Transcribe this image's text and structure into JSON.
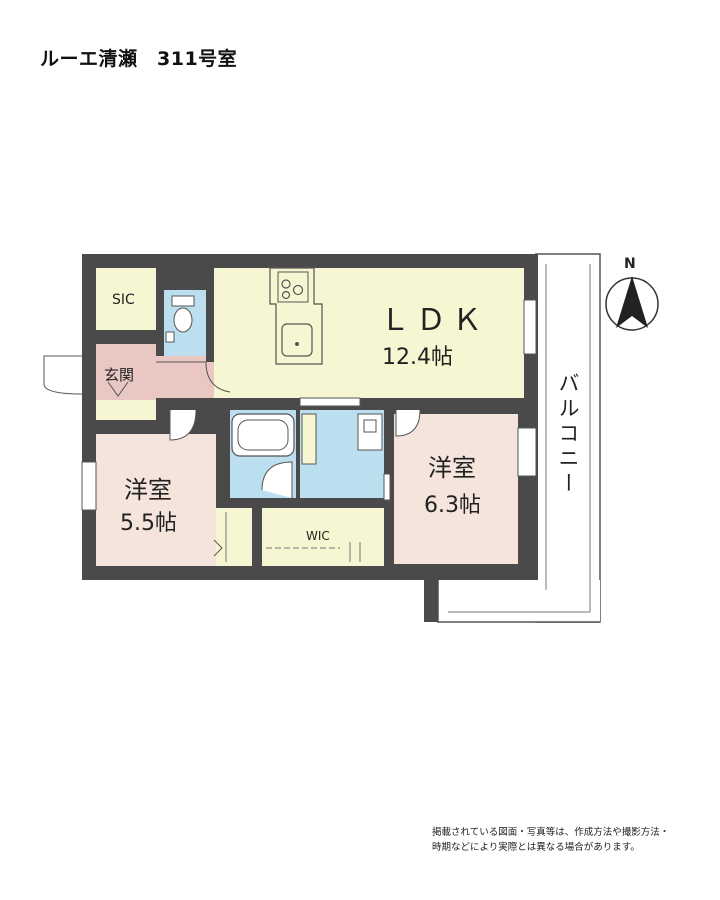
{
  "header": {
    "title": "ルーエ清瀬　311号室"
  },
  "rooms": {
    "ldk": {
      "name": "ＬＤＫ",
      "size": "12.4帖"
    },
    "western_west": {
      "name": "洋室",
      "size": "5.5帖"
    },
    "western_east": {
      "name": "洋室",
      "size": "6.3帖"
    },
    "entrance": {
      "name": "玄関"
    },
    "sic": {
      "name": "SIC"
    },
    "wic": {
      "name": "WIC"
    },
    "balcony": {
      "name": "バルコニー"
    }
  },
  "compass": {
    "label": "N"
  },
  "disclaimer": {
    "line1": "掲載されている図面・写真等は、作成方法や撮影方法・",
    "line2": "時期などにより実際とは異なる場合があります。"
  },
  "colors": {
    "wall": "#4a4a4a",
    "ldk_floor": "#f7f6d2",
    "bedroom_floor": "#f4e4dc",
    "bath_floor": "#bcdff0",
    "entrance_floor": "#e9c8c3"
  }
}
